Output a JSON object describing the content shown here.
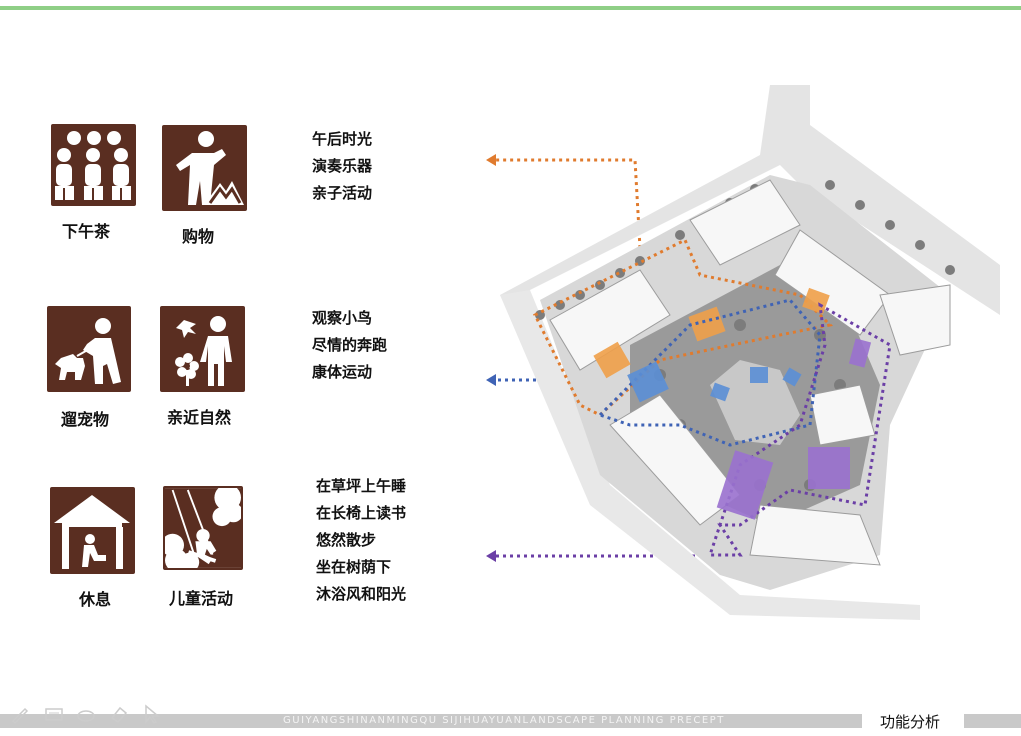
{
  "icons": [
    {
      "id": "afternoon-tea",
      "label": "下午茶"
    },
    {
      "id": "shopping",
      "label": "购物"
    },
    {
      "id": "walk-pet",
      "label": "遛宠物"
    },
    {
      "id": "nature",
      "label": "亲近自然"
    },
    {
      "id": "rest",
      "label": "休息"
    },
    {
      "id": "children",
      "label": "儿童活动"
    }
  ],
  "activity_groups": [
    {
      "color": "#e07b2e",
      "lines": [
        "午后时光",
        "演奏乐器",
        "亲子活动"
      ]
    },
    {
      "color": "#3f63b5",
      "lines": [
        "观察小鸟",
        "尽情的奔跑",
        "康体运动"
      ]
    },
    {
      "color": "#6b3fa6",
      "lines": [
        "在草坪上午睡",
        "在长椅上读书",
        "悠然散步",
        "坐在树荫下",
        "沐浴风和阳光"
      ]
    }
  ],
  "footer": {
    "text": "GUIYANGSHINANMINGQU SIJIHUAYUANLANDSCAPE PLANNING  PRECEPT",
    "section_title": "功能分析"
  },
  "colors": {
    "icon_bg": "#5a2e21",
    "accent_top": "#8fcf86",
    "orange": "#e07b2e",
    "blue": "#3f63b5",
    "purple": "#6b3fa6"
  }
}
